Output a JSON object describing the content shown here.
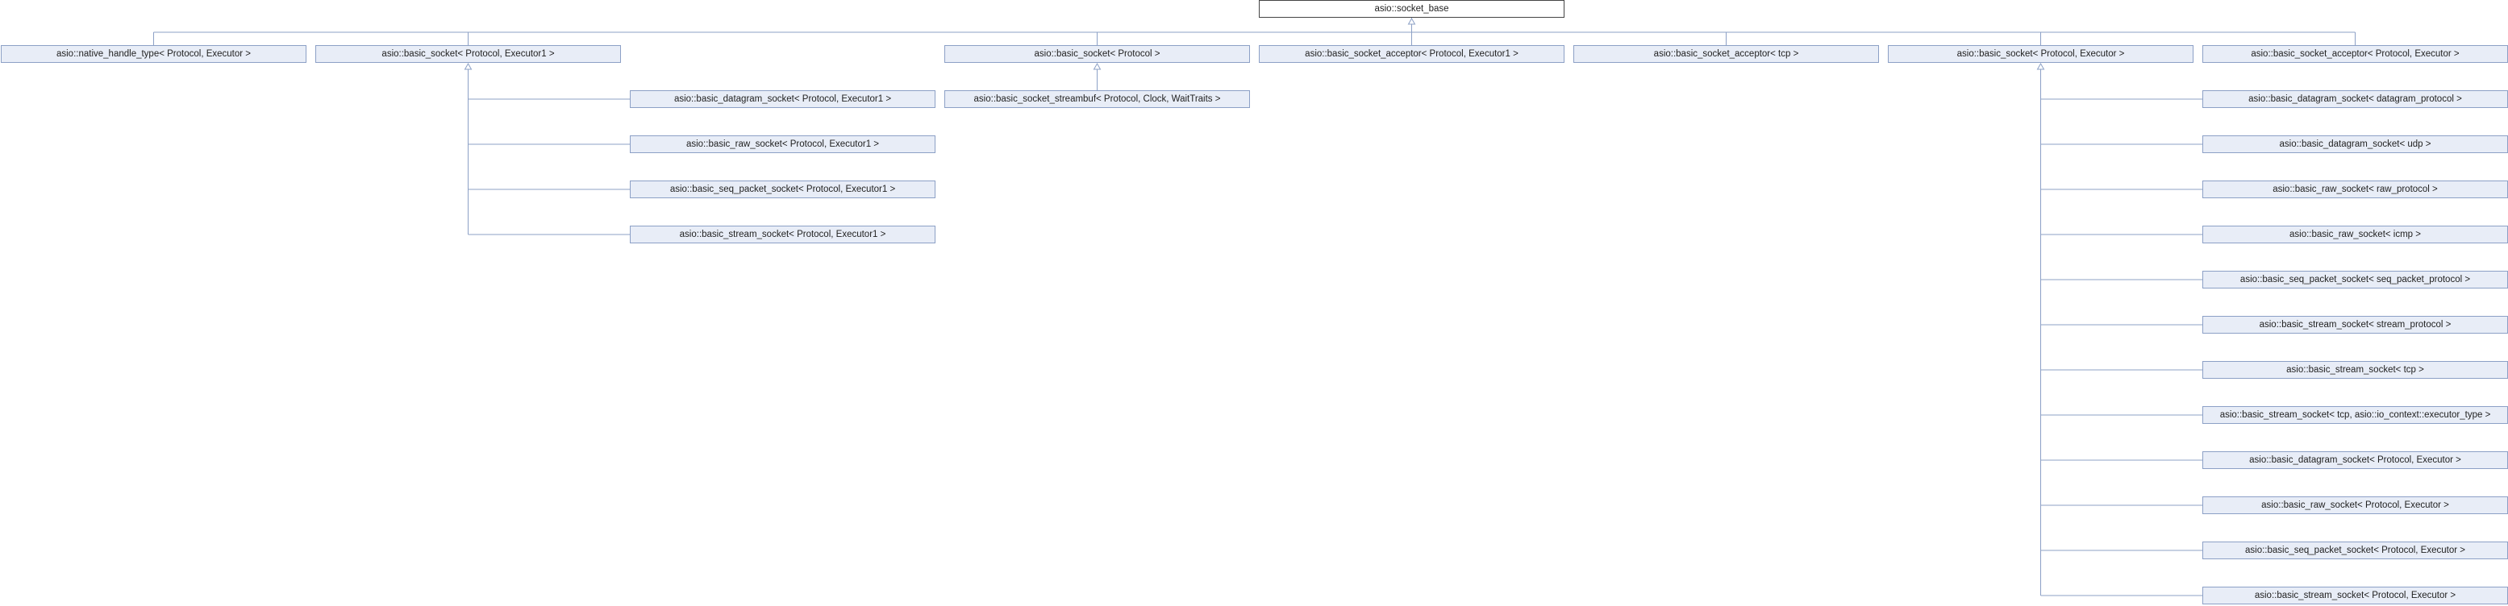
{
  "diagram": {
    "root": "asio::socket_base",
    "level1": [
      "asio::native_handle_type< Protocol, Executor >",
      "asio::basic_socket< Protocol, Executor1 >",
      "asio::basic_socket< Protocol >",
      "asio::basic_socket_acceptor< Protocol, Executor1 >",
      "asio::basic_socket_acceptor< tcp >",
      "asio::basic_socket< Protocol, Executor >",
      "asio::basic_socket_acceptor< Protocol, Executor >"
    ],
    "executor1_children": [
      "asio::basic_datagram_socket< Protocol, Executor1 >",
      "asio::basic_raw_socket< Protocol, Executor1 >",
      "asio::basic_seq_packet_socket< Protocol, Executor1 >",
      "asio::basic_stream_socket< Protocol, Executor1 >"
    ],
    "protocol_children": [
      "asio::basic_socket_streambuf< Protocol, Clock, WaitTraits >"
    ],
    "executor_children": [
      "asio::basic_datagram_socket< datagram_protocol >",
      "asio::basic_datagram_socket< udp >",
      "asio::basic_raw_socket< raw_protocol >",
      "asio::basic_raw_socket< icmp >",
      "asio::basic_seq_packet_socket< seq_packet_protocol >",
      "asio::basic_stream_socket< stream_protocol >",
      "asio::basic_stream_socket< tcp >",
      "asio::basic_stream_socket< tcp, asio::io_context::executor_type >",
      "asio::basic_datagram_socket< Protocol, Executor >",
      "asio::basic_raw_socket< Protocol, Executor >",
      "asio::basic_seq_packet_socket< Protocol, Executor >",
      "asio::basic_stream_socket< Protocol, Executor >"
    ]
  }
}
